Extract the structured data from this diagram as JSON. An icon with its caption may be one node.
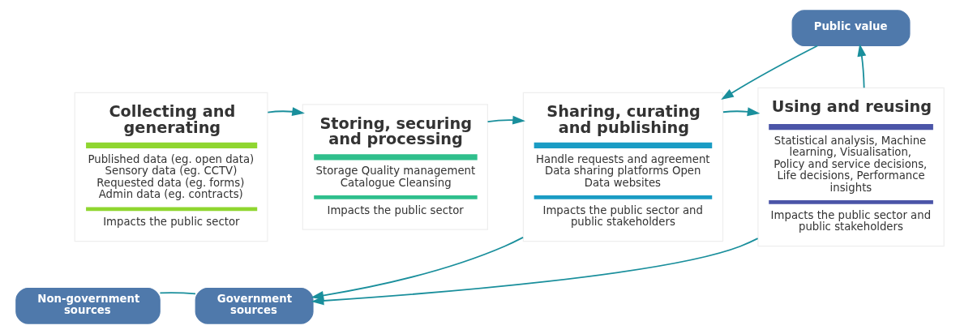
{
  "diagram": {
    "nodes": [
      {
        "text": [
          "Collecting and generating",
          "Published data (eg. open data) Sensory data (eg. CCTV) Requested data (eg. forms) Admin data (eg. contracts)",
          "Impacts the public sector"
        ]
      },
      {
        "text": [
          "Storing, securing and processing",
          "Storage Quality management Catalogue Cleansing",
          "Impacts the public sector"
        ]
      },
      {
        "text": [
          "Sharing, curating and publishing",
          "Handle requests and agreement Data sharing platforms Open Data websites",
          "Impacts the public sector and public stakeholders"
        ]
      },
      {
        "text": [
          "Using and reusing",
          "Statistical analysis, Machine learning, Visualisation, Policy and service decisions, Life decisions, Performance insights",
          "Impacts the public sector and public stakeholders"
        ]
      },
      {
        "text": [
          "Public value"
        ]
      },
      {
        "text": [
          "Non-government sources"
        ]
      },
      {
        "text": [
          "Government sources"
        ]
      }
    ],
    "edges": [
      {
        "from": 0,
        "to": 1,
        "arrow": "to"
      },
      {
        "from": 1,
        "to": 2,
        "arrow": "to"
      },
      {
        "from": 2,
        "to": 3,
        "arrow": "to"
      },
      {
        "from": 3,
        "to": 4,
        "arrow": "to"
      },
      {
        "from": 4,
        "to": 2,
        "arrow": "to"
      },
      {
        "from": 2,
        "to": 6,
        "arrow": "to"
      },
      {
        "from": 3,
        "to": 6,
        "arrow": "to"
      },
      {
        "from": 5,
        "to": 6,
        "arrow": "none"
      }
    ]
  }
}
